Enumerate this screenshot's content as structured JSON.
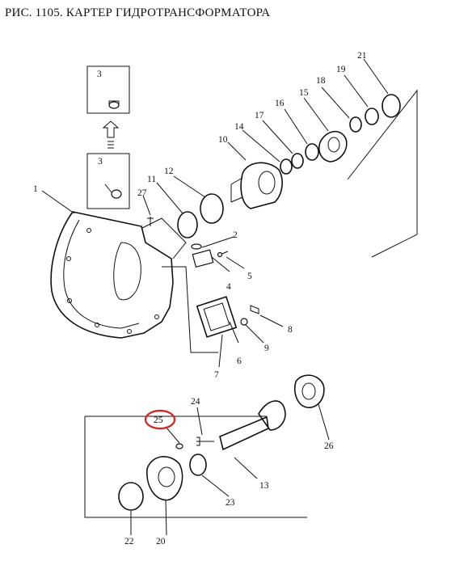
{
  "title": "РИС. 1105. КАРТЕР ГИДРОТРАНСФОРМАТОРА",
  "highlight_color": "#d42020",
  "highlighted_part": "25",
  "part_labels": [
    "1",
    "2",
    "3",
    "3",
    "4",
    "5",
    "6",
    "7",
    "8",
    "9",
    "10",
    "11",
    "12",
    "13",
    "14",
    "15",
    "16",
    "17",
    "18",
    "19",
    "20",
    "21",
    "22",
    "23",
    "24",
    "25",
    "26",
    "27"
  ]
}
